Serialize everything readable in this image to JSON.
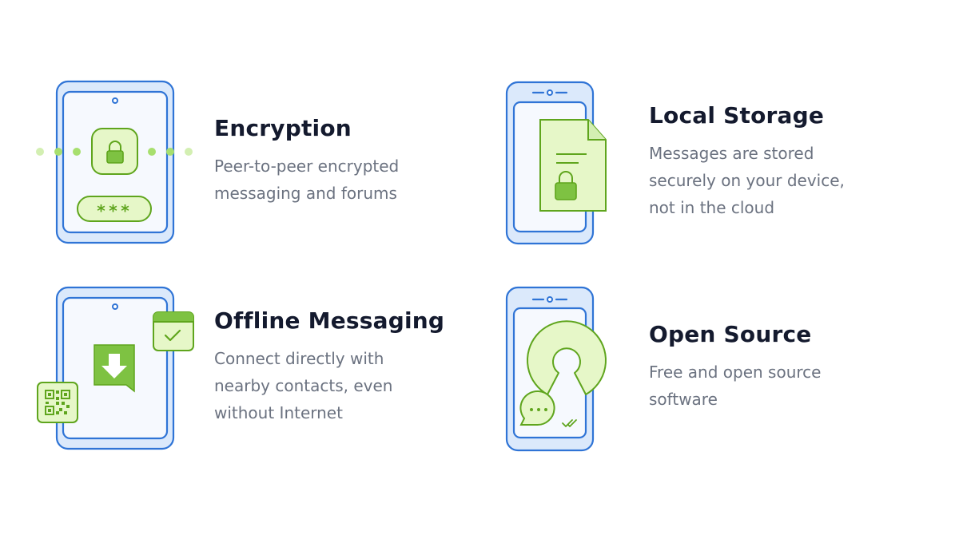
{
  "features": [
    {
      "id": "encryption",
      "title": "Encryption",
      "lines": [
        "Peer-to-peer encrypted",
        "messaging and forums"
      ],
      "icon": "encrypted-phone-icon",
      "password_mask": "***"
    },
    {
      "id": "local-storage",
      "title": "Local Storage",
      "lines": [
        "Messages are stored",
        "securely on your device,",
        "not in the cloud"
      ],
      "icon": "locked-document-phone-icon"
    },
    {
      "id": "offline-messaging",
      "title": "Offline Messaging",
      "lines": [
        "Connect directly with",
        "nearby contacts, even",
        "without Internet"
      ],
      "icon": "offline-download-phone-icon"
    },
    {
      "id": "open-source",
      "title": "Open Source",
      "lines": [
        "Free and open source",
        "software"
      ],
      "icon": "open-source-phone-icon"
    }
  ],
  "colors": {
    "blue_stroke": "#2f74d6",
    "blue_fill": "#dbe9fb",
    "screen_fill": "#f6f9fe",
    "green_stroke": "#5fa51d",
    "green_fill": "#e6f7c8",
    "green_solid": "#7ec242",
    "green_dot": "#a7df6e",
    "green_dot_light": "#d3efb2",
    "title": "#141a2e",
    "desc": "#6b7280"
  }
}
